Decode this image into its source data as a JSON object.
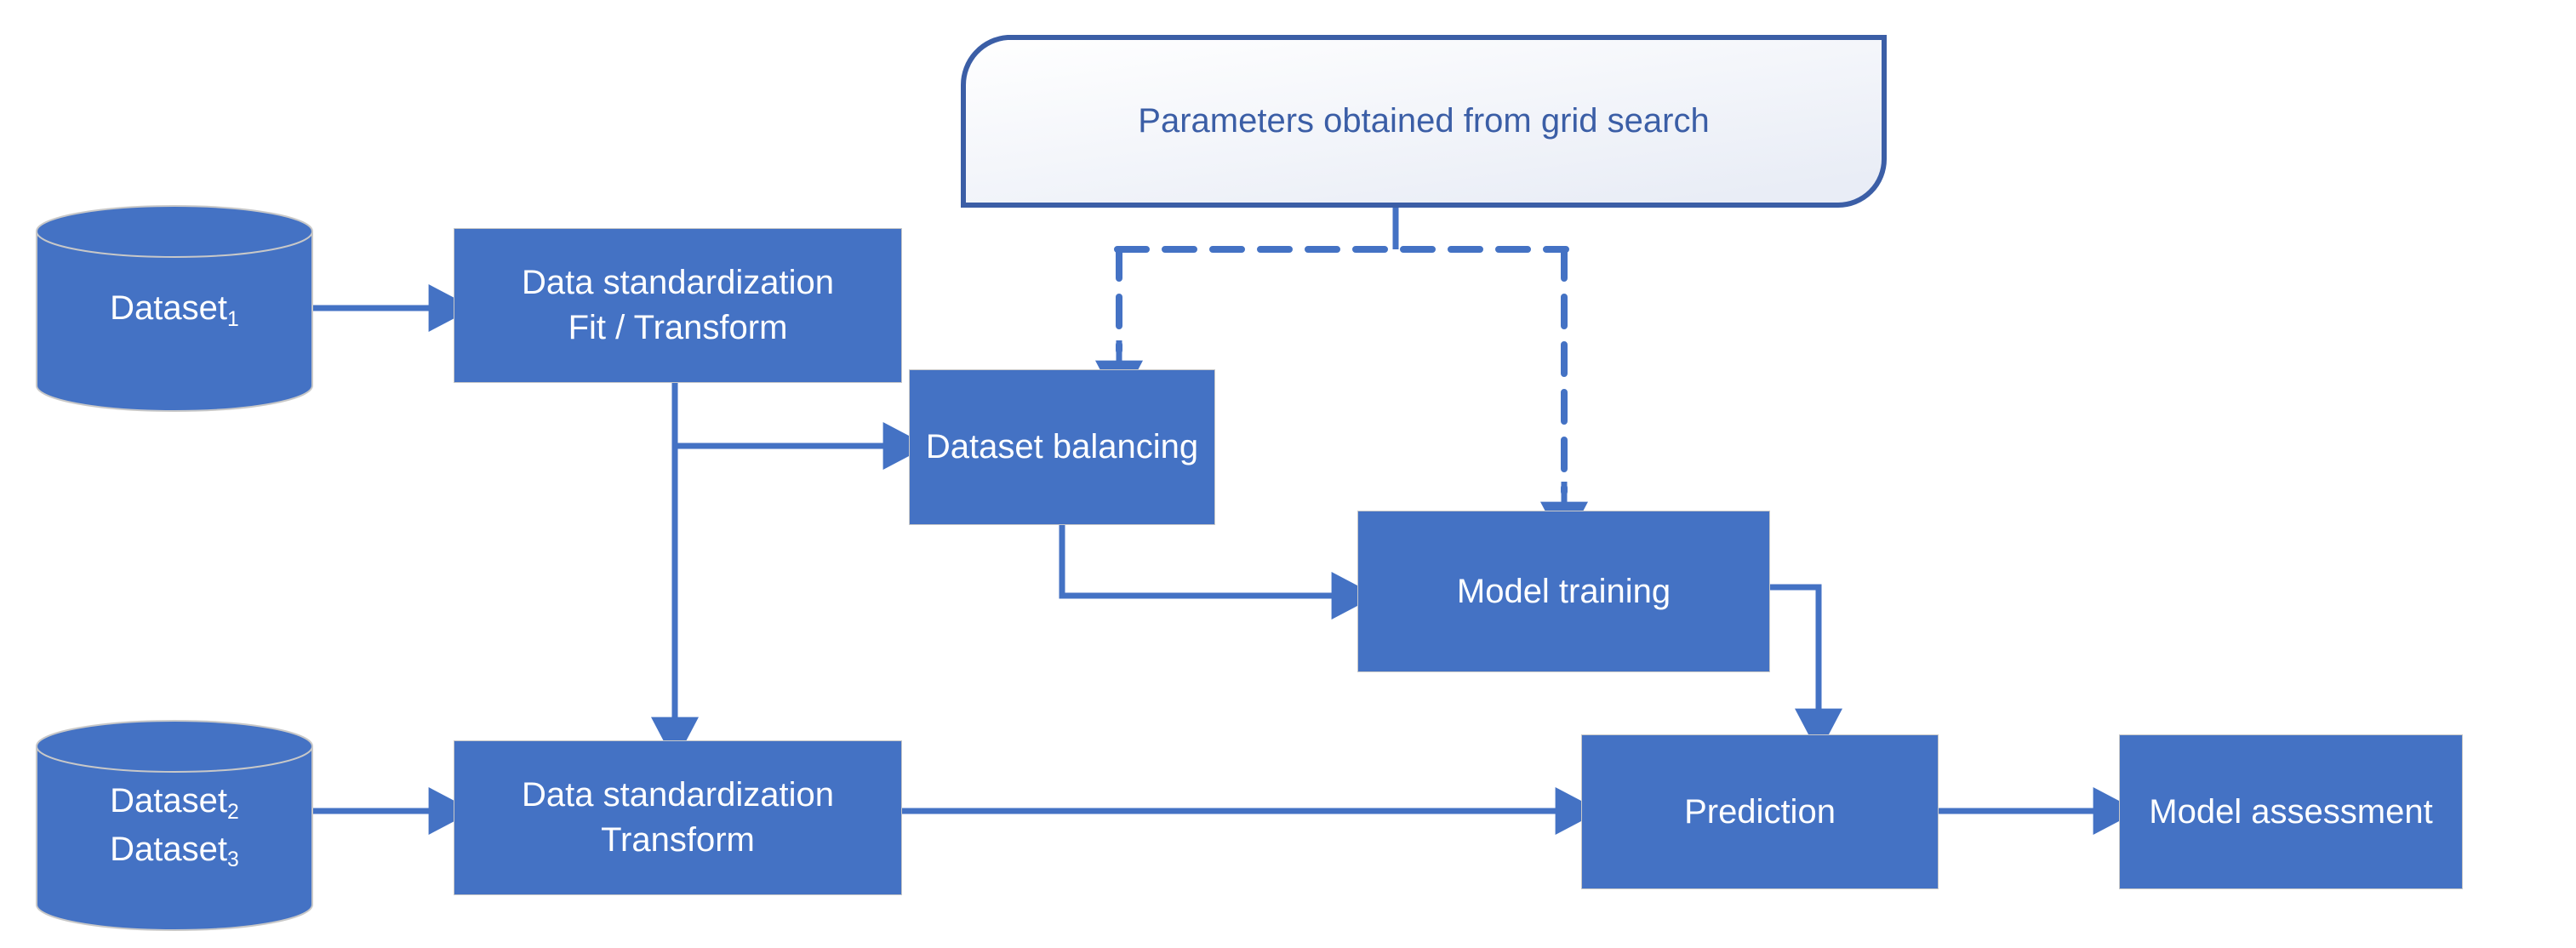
{
  "diagram": {
    "title": "Machine learning pipeline flowchart",
    "colors": {
      "node_fill": "#4472C4",
      "node_text": "#FFFFFF",
      "node_border": "#C8C8C8",
      "connector": "#4472C4",
      "callout_text": "#3B5EA6",
      "callout_border": "#3B5EA6",
      "callout_fill_start": "#FFFFFF",
      "callout_fill_end": "#EDF0F7",
      "background": "#FFFFFF"
    },
    "nodes": {
      "dataset1": {
        "label_base": "Dataset",
        "label_sub": "1",
        "shape": "cylinder"
      },
      "dataset23": {
        "label_base_a": "Dataset",
        "label_sub_a": "2",
        "label_base_b": "Dataset",
        "label_sub_b": "3",
        "shape": "cylinder"
      },
      "standardize_fit": {
        "label": "Data standardization\nFit / Transform",
        "shape": "rectangle"
      },
      "standardize_transform": {
        "label": "Data standardization\nTransform",
        "shape": "rectangle"
      },
      "balancing": {
        "label": "Dataset balancing",
        "shape": "rectangle"
      },
      "training": {
        "label": "Model training",
        "shape": "rectangle"
      },
      "prediction": {
        "label": "Prediction",
        "shape": "rectangle"
      },
      "assessment": {
        "label": "Model assessment",
        "shape": "rectangle"
      },
      "grid_search": {
        "label": "Parameters obtained from grid search",
        "shape": "rounded-diagonal-callout"
      }
    },
    "edges": [
      {
        "id": "e1",
        "from": "dataset1",
        "to": "standardize_fit",
        "style": "solid",
        "arrow": true
      },
      {
        "id": "e2",
        "from": "standardize_fit",
        "to": "balancing",
        "style": "solid",
        "arrow": true
      },
      {
        "id": "e3",
        "from": "standardize_fit",
        "to": "standardize_transform",
        "style": "solid",
        "arrow": true
      },
      {
        "id": "e4",
        "from": "balancing",
        "to": "training",
        "style": "solid",
        "arrow": true
      },
      {
        "id": "e5",
        "from": "dataset23",
        "to": "standardize_transform",
        "style": "solid",
        "arrow": true
      },
      {
        "id": "e6",
        "from": "standardize_transform",
        "to": "prediction",
        "style": "solid",
        "arrow": true
      },
      {
        "id": "e7",
        "from": "training",
        "to": "prediction",
        "style": "solid",
        "arrow": true
      },
      {
        "id": "e8",
        "from": "prediction",
        "to": "assessment",
        "style": "solid",
        "arrow": true
      },
      {
        "id": "e9",
        "from": "grid_search",
        "to": "balancing",
        "style": "dashed",
        "arrow": true
      },
      {
        "id": "e10",
        "from": "grid_search",
        "to": "training",
        "style": "dashed",
        "arrow": true
      }
    ]
  }
}
